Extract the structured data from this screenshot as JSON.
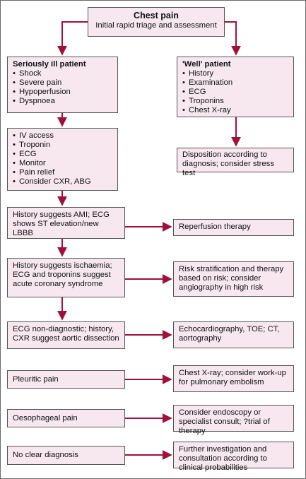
{
  "root": {
    "title": "Chest pain",
    "subtitle": "Initial rapid triage and assessment"
  },
  "seriously_ill": {
    "title": "Seriously ill patient",
    "items": [
      "Shock",
      "Severe pain",
      "Hypoperfusion",
      "Dyspnoea"
    ]
  },
  "well": {
    "title": "'Well' patient",
    "items": [
      "History",
      "Examination",
      "ECG",
      "Troponins",
      "Chest X-ray"
    ]
  },
  "initial_management": {
    "items": [
      "IV access",
      "Troponin",
      "ECG",
      "Monitor",
      "Pain relief",
      "Consider CXR, ABG"
    ]
  },
  "well_disposition": {
    "text": "Disposition according to diagnosis; consider stress test"
  },
  "rows": [
    {
      "condition": "History suggests AMI; ECG shows ST elevation/new LBBB",
      "action": "Reperfusion therapy"
    },
    {
      "condition": "History suggests ischaemia; ECG and troponins suggest acute coronary syndrome",
      "action": "Risk stratification and therapy based on risk; consider angiography in high risk"
    },
    {
      "condition": "ECG non-diagnostic; history, CXR suggest aortic dissection",
      "action": "Echocardiography, TOE; CT, aortography"
    },
    {
      "condition": "Pleuritic pain",
      "action": "Chest X-ray; consider work-up for pulmonary embolism"
    },
    {
      "condition": "Oesophageal pain",
      "action": "Consider endoscopy or specialist consult; ?trial of therapy"
    },
    {
      "condition": "No clear diagnosis",
      "action": "Further investigation and consultation according to clinical probabilities"
    }
  ],
  "colors": {
    "box_fill": "#f6e8ee",
    "arrow": "#a0103a",
    "border": "#555555"
  }
}
